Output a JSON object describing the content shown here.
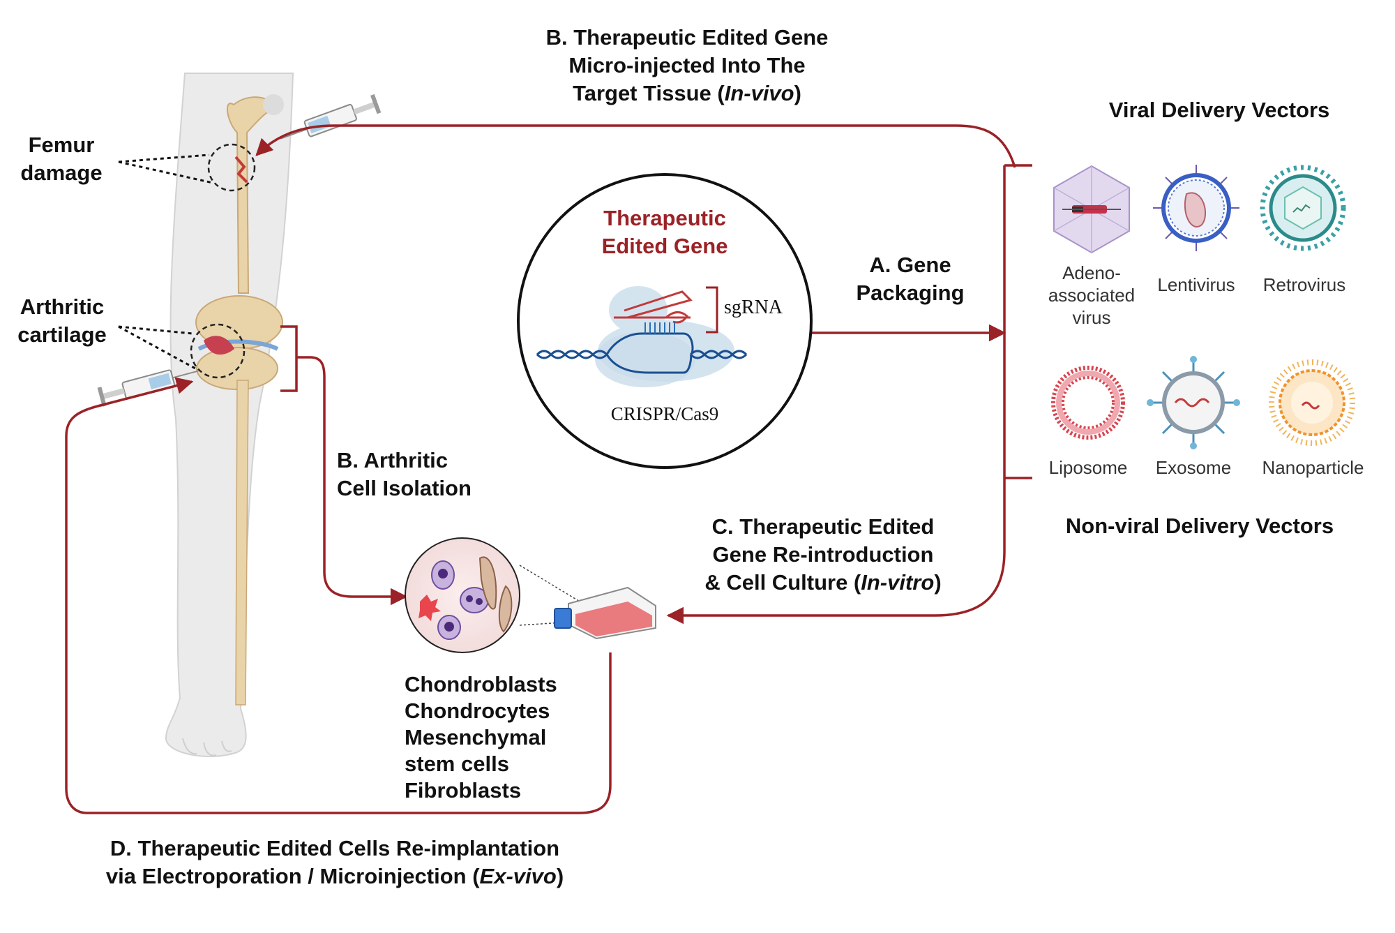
{
  "colors": {
    "arrow": "#9b2226",
    "bone": "#e9d3a8",
    "leg": "#eeeeee",
    "virus_blue": "#3a5fc4",
    "virus_teal": "#2b8a8a",
    "liposome_red": "#d9454e"
  },
  "top_label": {
    "line1": "B. Therapeutic Edited Gene",
    "line2": "Micro-injected Into The",
    "line3_text": "Target Tissue (",
    "line3_italic": "In-vivo",
    "line3_end": ")"
  },
  "leg_labels": {
    "femur_line1": "Femur",
    "femur_line2": "damage",
    "cartilage_line1": "Arthritic",
    "cartilage_line2": "cartilage"
  },
  "crispr": {
    "title_line1": "Therapeutic",
    "title_line2": "Edited Gene",
    "sgrna": "sgRNA",
    "system": "CRISPR/Cas9"
  },
  "packaging": {
    "line1": "A.  Gene",
    "line2": "Packaging"
  },
  "viral": {
    "heading": "Viral Delivery Vectors",
    "items": [
      {
        "label_lines": [
          "Adeno-",
          "associated",
          "virus"
        ],
        "icon": "adeno-associated-virus-icon"
      },
      {
        "label_lines": [
          "Lentivirus"
        ],
        "icon": "lentivirus-icon"
      },
      {
        "label_lines": [
          "Retrovirus"
        ],
        "icon": "retrovirus-icon"
      }
    ]
  },
  "nonviral": {
    "heading": "Non-viral Delivery Vectors",
    "items": [
      {
        "label": "Liposome",
        "icon": "liposome-icon"
      },
      {
        "label": "Exosome",
        "icon": "exosome-icon"
      },
      {
        "label": "Nanoparticle",
        "icon": "nanoparticle-icon"
      }
    ]
  },
  "isolation": {
    "line1": "B. Arthritic",
    "line2": "Cell Isolation"
  },
  "reintro": {
    "line1": "C. Therapeutic Edited",
    "line2": "Gene Re-introduction",
    "line3_text": "& Cell Culture (",
    "line3_italic": "In-vitro",
    "line3_end": ")"
  },
  "cell_types": [
    "Chondroblasts",
    "Chondrocytes",
    "Mesenchymal",
    "stem cells",
    "Fibroblasts"
  ],
  "reimplant": {
    "line1": "D.  Therapeutic Edited Cells Re-implantation",
    "line2_text": "via Electroporation / Microinjection (",
    "line2_italic": "Ex-vivo",
    "line2_end": ")"
  }
}
